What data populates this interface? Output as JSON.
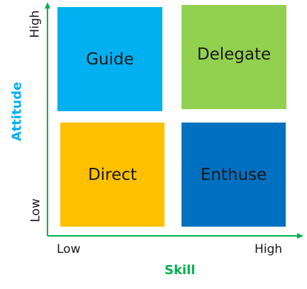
{
  "quadrants": {
    "top_left": {
      "label": "Guide",
      "color": "#00b0f0"
    },
    "top_right": {
      "label": "Delegate",
      "color": "#92d050"
    },
    "bottom_left": {
      "label": "Direct",
      "color": "#ffc000"
    },
    "bottom_right": {
      "label": "Enthuse",
      "color": "#0070c0"
    }
  },
  "x_axis": {
    "title": "Skill",
    "low_label": "Low",
    "high_label": "High",
    "color": "#00b050"
  },
  "y_axis": {
    "title": "Attitude",
    "low_label": "Low",
    "high_label": "High",
    "color": "#00b050",
    "title_color": "#00b0f0"
  }
}
